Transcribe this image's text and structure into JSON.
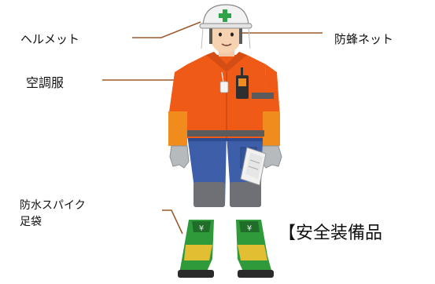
{
  "labels": {
    "helmet": "ヘルメット",
    "bee_net": "防蜂ネット",
    "cooling_suit": "空調服",
    "tabi_line1": "防水スパイク",
    "tabi_line2": "足袋"
  },
  "caption": "【安全装備品",
  "colors": {
    "jacket": "#ef5a17",
    "pants": "#3d5ea8",
    "knee_pads": "#6f7075",
    "gloves": "#b7babd",
    "boots": "#2f9a3a",
    "boot_accent": "#f6c233",
    "helmet": "#f2f2f2",
    "helmet_cross": "#2fa24a",
    "leader_lines": "#9a5a2c"
  },
  "icons": [
    "worker-figure",
    "helmet-cross-icon"
  ]
}
